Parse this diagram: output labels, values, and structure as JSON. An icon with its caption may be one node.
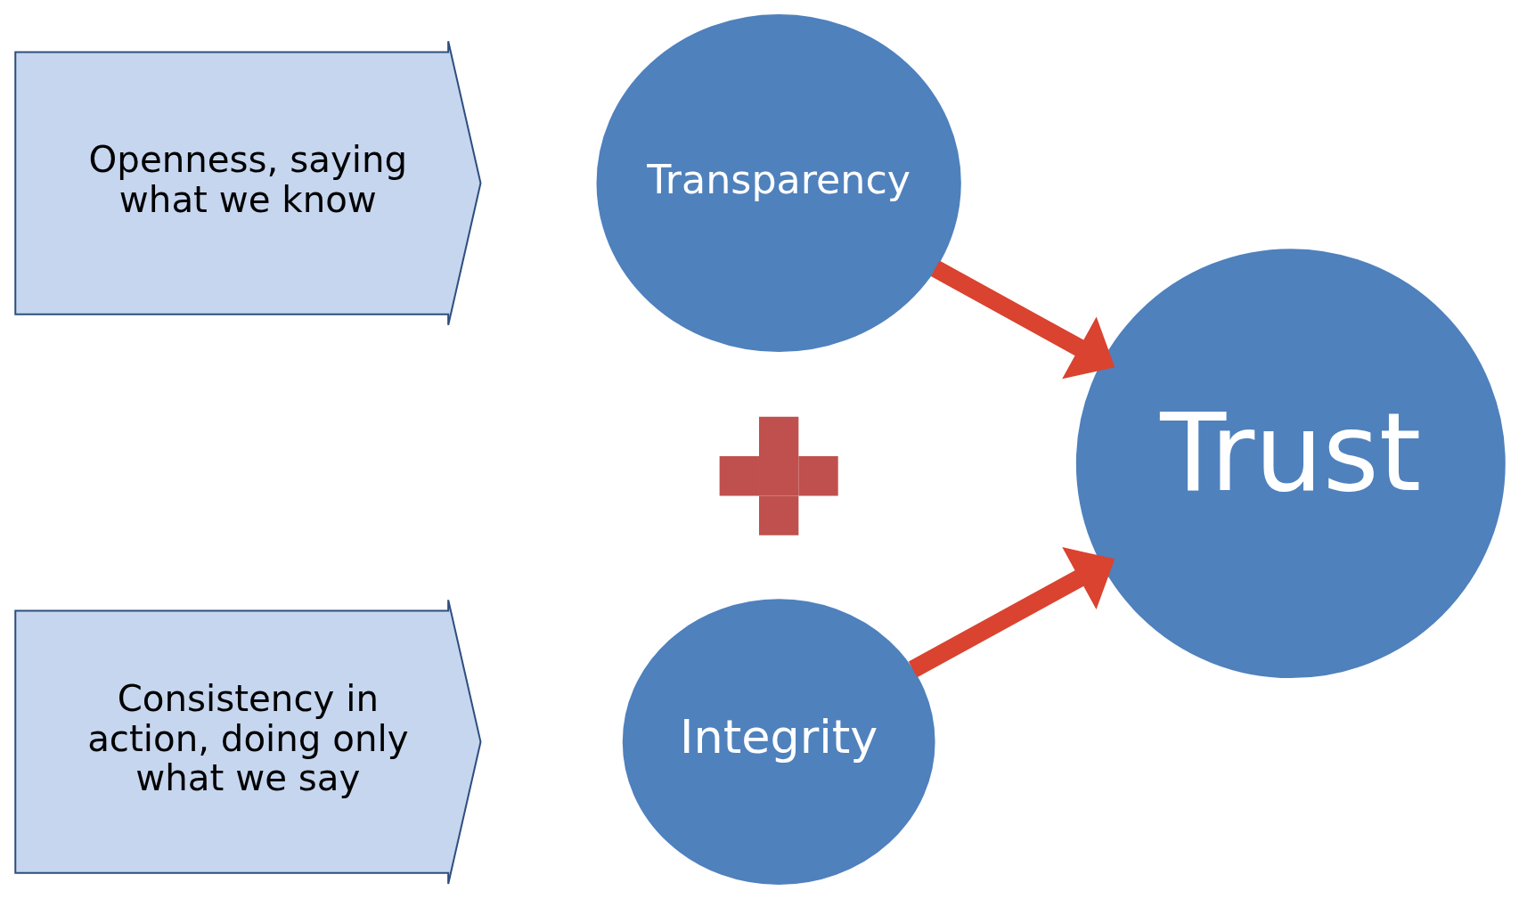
{
  "diagram": {
    "nodes": [
      {
        "text": [
          "Openness, saying what we know"
        ]
      },
      {
        "text": [
          "Transparency"
        ]
      },
      {
        "text": [],
        "shape": "plus"
      },
      {
        "text": [
          "Consistency in action, doing only what we say"
        ]
      },
      {
        "text": [
          "Integrity"
        ]
      },
      {
        "text": [
          "Trust"
        ]
      }
    ],
    "edges": [
      {
        "from": 1,
        "to": 5,
        "arrow": "to"
      },
      {
        "from": 4,
        "to": 5,
        "arrow": "to"
      }
    ]
  }
}
